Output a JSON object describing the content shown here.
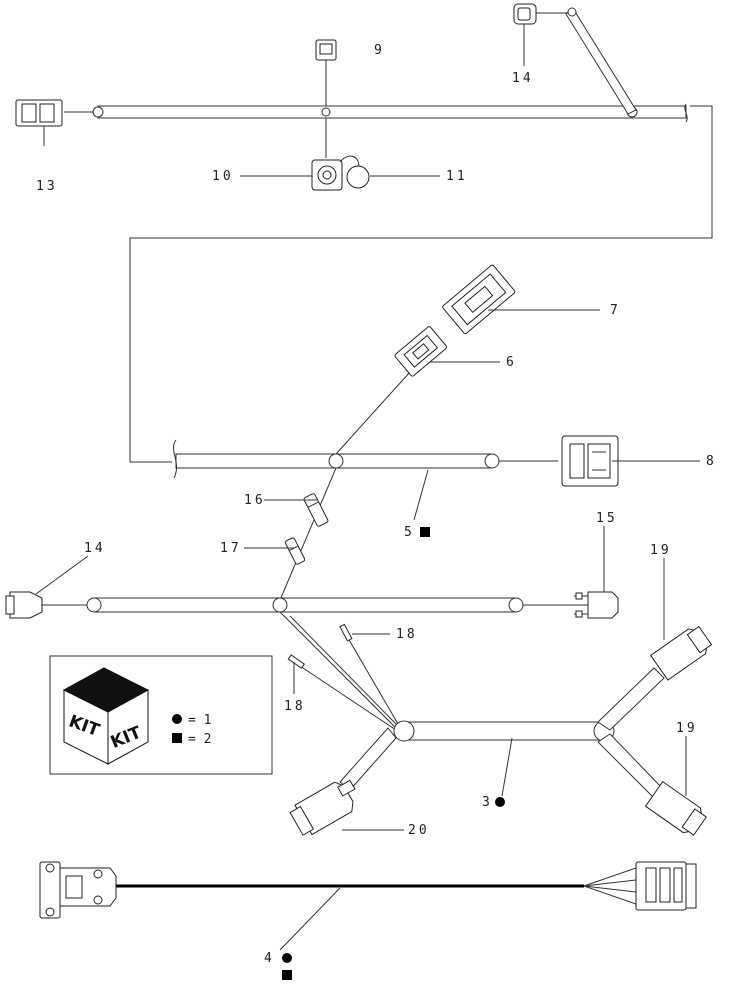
{
  "callouts": {
    "c13": "13",
    "c9": "9",
    "c14a": "14",
    "c10": "10",
    "c11": "11",
    "c7": "7",
    "c6": "6",
    "c8": "8",
    "c5": "5",
    "c16": "16",
    "c17": "17",
    "c14b": "14",
    "c15": "15",
    "c19a": "19",
    "c18a": "18",
    "c18b": "18",
    "c19b": "19",
    "c3": "3",
    "c20": "20",
    "c4": "4"
  },
  "kit_legend": {
    "kit_word_left": "KIT",
    "kit_word_right": "KIT",
    "circle_text": "= 1",
    "square_text": "= 2"
  },
  "colors": {
    "line": "#333333",
    "marker": "#000000"
  }
}
